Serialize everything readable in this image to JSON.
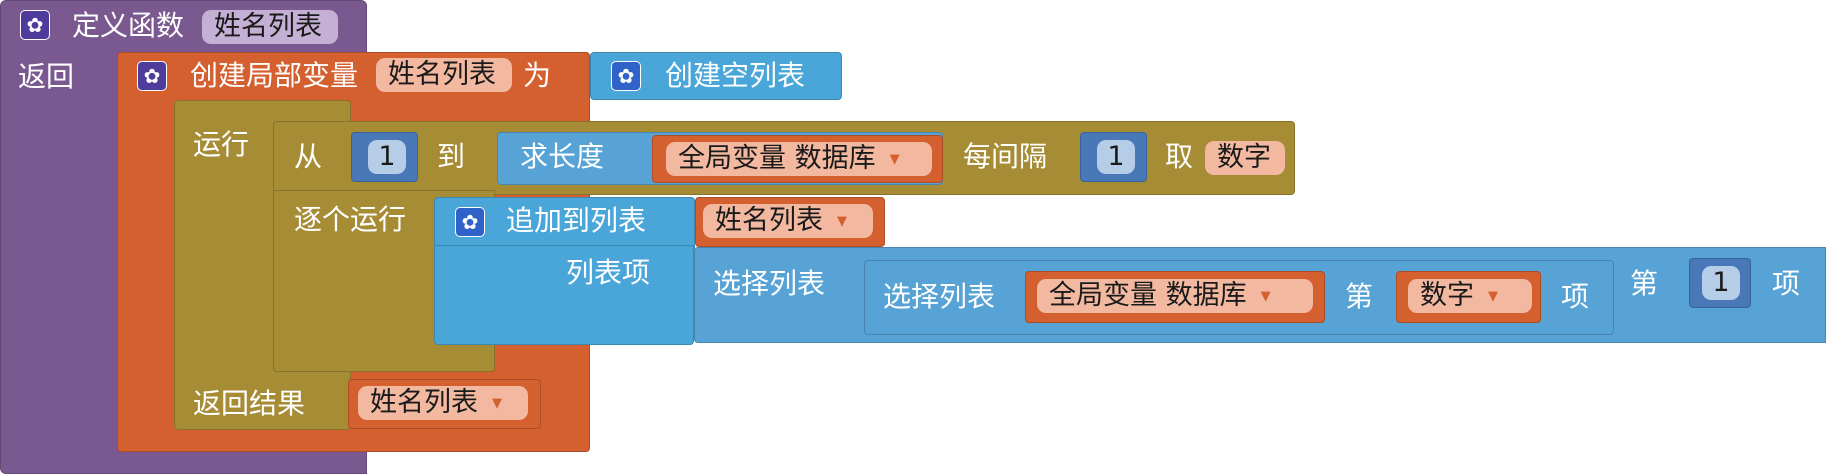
{
  "colors": {
    "procedure": "#7a5990",
    "variables": "#d45f2f",
    "control": "#a78c36",
    "lists": "#4aa6d8",
    "math": "#4878b8"
  },
  "procedure": {
    "keyword": "定义函数",
    "name": "姓名列表",
    "return_label": "返回",
    "icon": "gear-icon"
  },
  "local_var": {
    "keyword": "创建局部变量",
    "name": "姓名列表",
    "as_label": "为",
    "run_label": "运行",
    "return_result_label": "返回结果",
    "icon": "gear-icon"
  },
  "empty_list": {
    "label": "创建空列表",
    "icon": "gear-icon"
  },
  "for_range": {
    "from_label": "从",
    "from_value": "1",
    "to_label": "到",
    "step_label": "每间隔",
    "step_value": "1",
    "var_label": "取",
    "var_name": "数字",
    "do_label": "逐个运行"
  },
  "length": {
    "label": "求长度",
    "variable": "全局变量 数据库"
  },
  "add_items": {
    "label": "追加到列表",
    "list_var": "姓名列表",
    "item_label": "列表项",
    "icon": "gear-icon"
  },
  "select_outer": {
    "label": "选择列表",
    "index_prefix": "第",
    "index_value": "1",
    "index_suffix": "项"
  },
  "select_inner": {
    "label": "选择列表",
    "list_var": "全局变量 数据库",
    "index_prefix": "第",
    "index_var": "数字",
    "index_suffix": "项"
  },
  "return_value": {
    "variable": "姓名列表"
  }
}
